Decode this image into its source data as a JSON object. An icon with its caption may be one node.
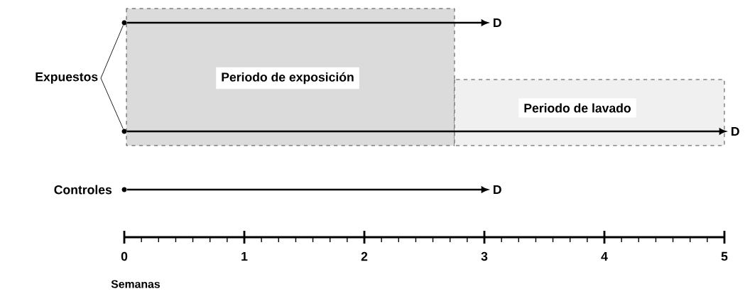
{
  "diagram": {
    "nodes": [
      {
        "text": [
          "Periodo de exposición"
        ]
      },
      {
        "text": [
          "Periodo de lavado"
        ]
      },
      {
        "text": [
          "Expuestos"
        ]
      },
      {
        "text": [],
        "shape": "circle"
      },
      {
        "text": [
          "D"
        ]
      },
      {
        "text": [],
        "shape": "circle"
      },
      {
        "text": [
          "D"
        ]
      },
      {
        "text": [],
        "shape": "circle"
      },
      {
        "text": [
          "D"
        ]
      }
    ],
    "edges": [
      {
        "from": 2,
        "to": 3,
        "arrow": "none"
      },
      {
        "from": 2,
        "to": 5,
        "arrow": "none"
      },
      {
        "from": 3,
        "to": 4,
        "arrow": "to"
      },
      {
        "from": 5,
        "to": 6,
        "arrow": "to"
      },
      {
        "from": 7,
        "to": 8,
        "arrow": "to"
      }
    ],
    "labels": [
      "Controles",
      "0",
      "1",
      "2",
      "3",
      "4",
      "5",
      "Semanas"
    ]
  }
}
